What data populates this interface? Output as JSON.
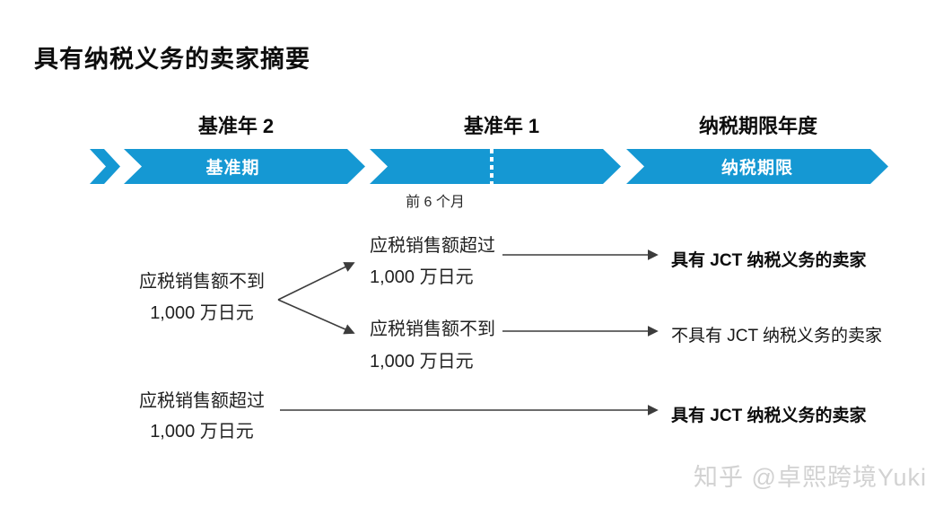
{
  "title": "具有纳税义务的卖家摘要",
  "timeline": {
    "headers": [
      {
        "label": "基准年 2"
      },
      {
        "label": "基准年 1"
      },
      {
        "label": "纳税期限年度"
      }
    ],
    "bands": [
      {
        "label": "基准期"
      },
      {
        "label": ""
      },
      {
        "label": "纳税期限"
      }
    ],
    "band_color": "#1598D3",
    "first_six_months_label": "前 6 个月"
  },
  "flowchart": {
    "base_year2_under": {
      "line1": "应税销售额不到",
      "line2": "1,000 万日元"
    },
    "base_year1_over": {
      "line1": "应税销售额超过",
      "line2": "1,000 万日元"
    },
    "base_year1_under": {
      "line1": "应税销售额不到",
      "line2": "1,000 万日元"
    },
    "base_year2_over": {
      "line1": "应税销售额超过",
      "line2": "1,000 万日元"
    },
    "result_liable_top": "具有 JCT 纳税义务的卖家",
    "result_not_liable": "不具有 JCT 纳税义务的卖家",
    "result_liable_bottom": "具有 JCT 纳税义务的卖家",
    "arrow_color": "#3c3c3c"
  },
  "watermark": "知乎 @卓熙跨境Yuki"
}
